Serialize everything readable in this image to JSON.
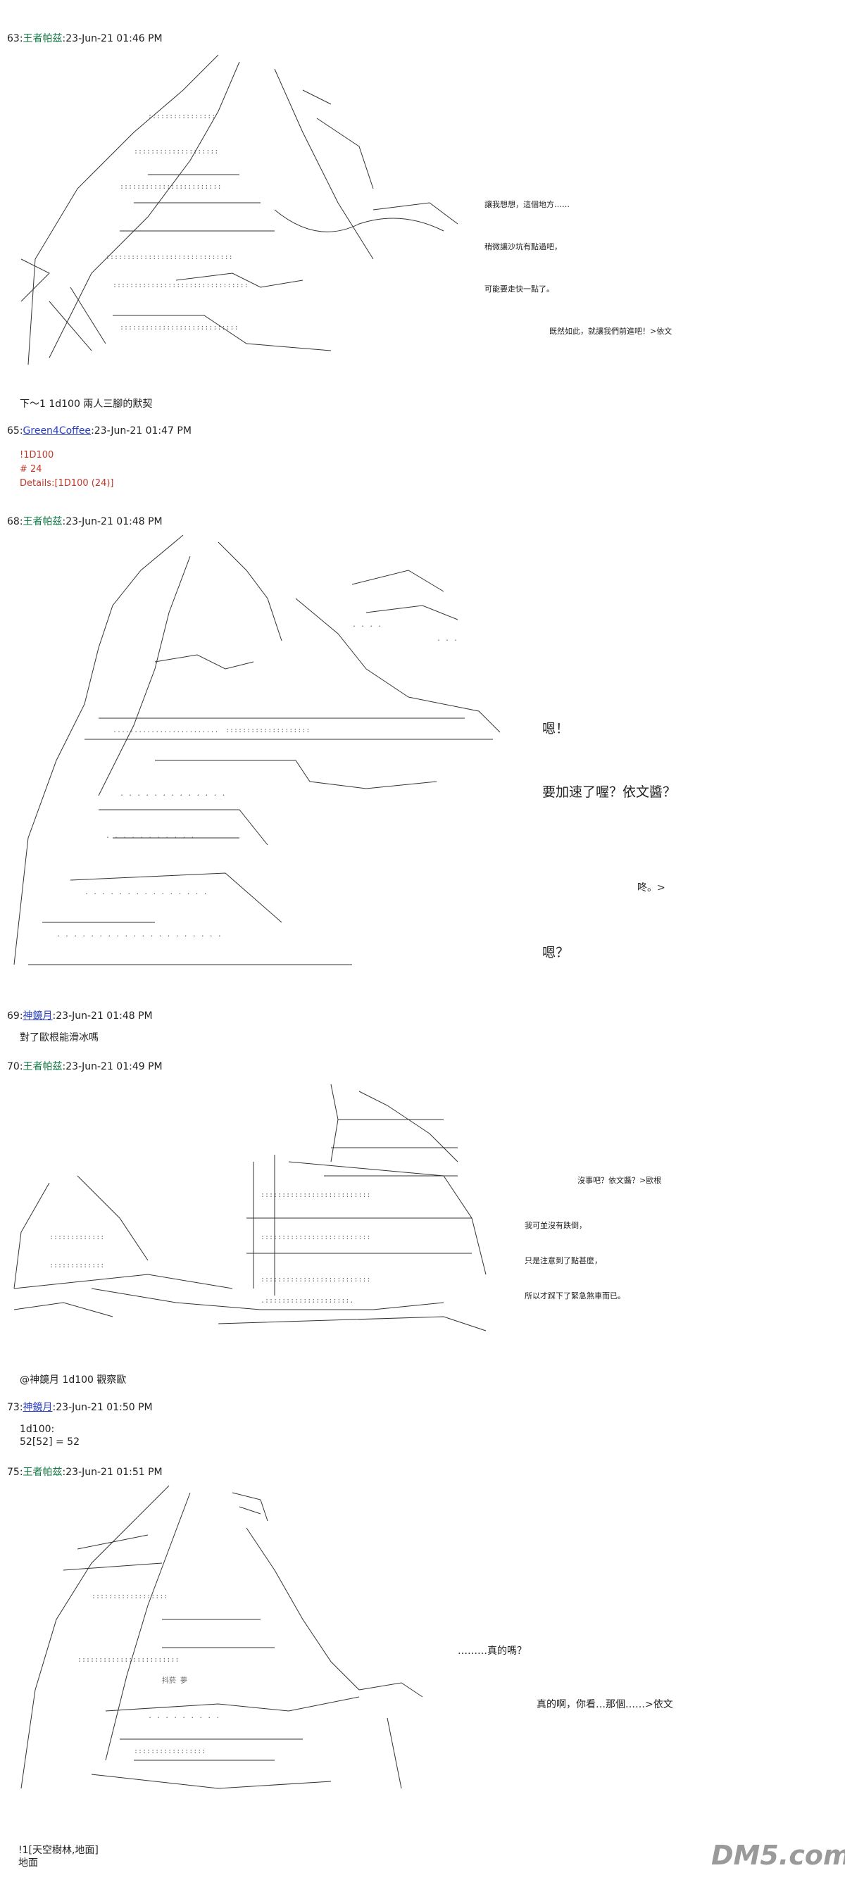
{
  "posts": [
    {
      "header": "63:",
      "name": "王者帕兹",
      "time": ":23-Jun-21 01:46 PM"
    },
    {
      "header": "65:",
      "name": "Green4Coffee",
      "time": ":23-Jun-21 01:47 PM"
    },
    {
      "header": "68:",
      "name": "王者帕兹",
      "time": ":23-Jun-21 01:48 PM"
    },
    {
      "header": "69:",
      "name": "神鏡月",
      "time": ":23-Jun-21 01:48 PM"
    },
    {
      "header": "70:",
      "name": "王者帕兹",
      "time": ":23-Jun-21 01:49 PM"
    },
    {
      "header": "73:",
      "name": "神鏡月",
      "time": ":23-Jun-21 01:50 PM"
    },
    {
      "header": "75:",
      "name": "王者帕兹",
      "time": ":23-Jun-21 01:51 PM"
    }
  ],
  "bodies": {
    "p63_footer": "下～1 1d100 兩人三腳的默契",
    "p65_line1": "!1D100",
    "p65_line2": "# 24",
    "p65_line3": "Details:[1D100 (24)]",
    "p69_text": "對了歐根能滑冰嗎",
    "p70_footer": "@神鏡月 1d100 觀察歐",
    "p73_line1": "1d100:",
    "p73_line2": "52[52] = 52",
    "p75_line1": "!1[天空樹林,地面]",
    "p75_line2": "地面"
  },
  "dialogs": {
    "d63_1": "讓我想想，這個地方……",
    "d63_2": "稍微讓沙坑有點過吧，",
    "d63_3": "可能要走快一點了。",
    "d63_4": "既然如此，就讓我們前進吧！>依文",
    "d68_1": "嗯！",
    "d68_2": "要加速了喔？依文醬？",
    "d68_3": "咚。>",
    "d68_4": "嗯？",
    "d70_1": "沒事吧？依文醬？>歐根",
    "d70_2": "我可並沒有跌倒，",
    "d70_3": "只是注意到了點甚麼，",
    "d70_4": "所以才踩下了緊急煞車而已。",
    "d75_1": "………真的嗎？",
    "d75_2": "真的啊，你看…那個……>依文"
  },
  "watermark": "DM5.com",
  "colors": {
    "green_name": "#117743",
    "blue_name": "#2a3fbf",
    "dice_red": "#c0392b"
  }
}
